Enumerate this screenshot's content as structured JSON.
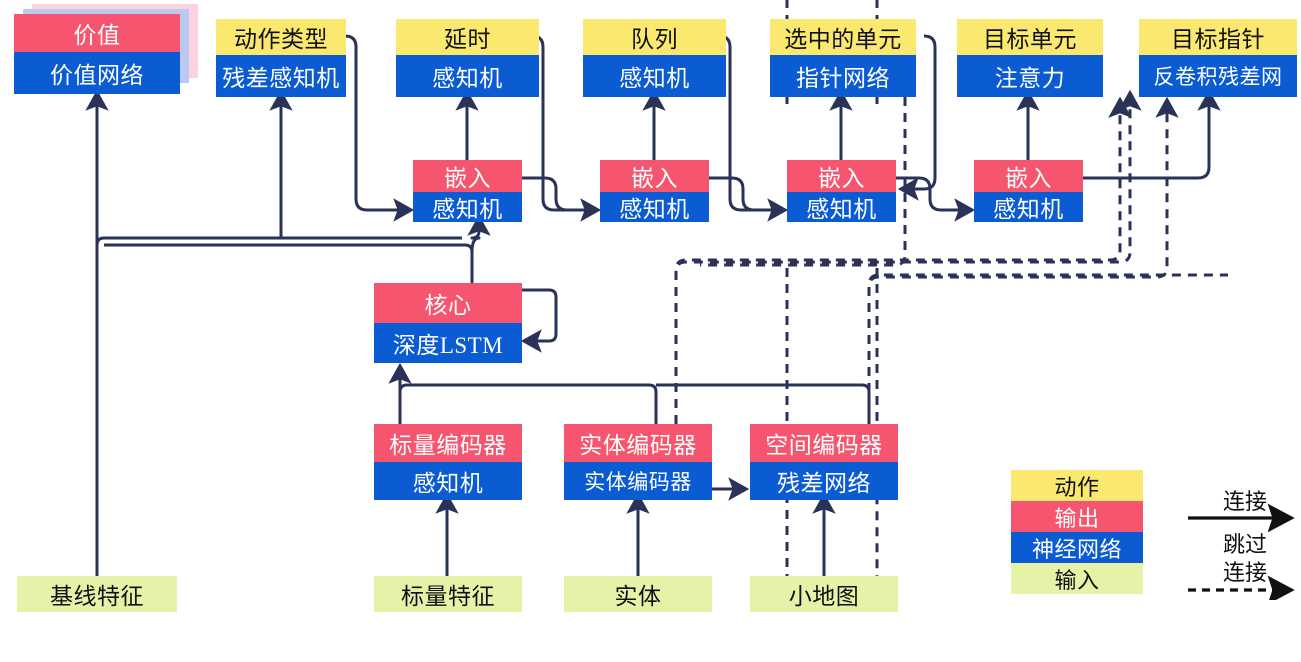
{
  "diagram": {
    "title": "StarCraft II agent network architecture diagram",
    "colors": {
      "action": "#FAE86F",
      "output": "#F5556E",
      "network": "#0B5BD3",
      "input": "#E5F2A8",
      "wire": "#2A3257"
    },
    "outputs": [
      {
        "id": "value",
        "top": "价值",
        "bottom": "价值网络",
        "top_kind": "output",
        "stacked": true
      },
      {
        "id": "action-type",
        "top": "动作类型",
        "bottom": "残差感知机",
        "top_kind": "action",
        "stacked": false
      },
      {
        "id": "delay",
        "top": "延时",
        "bottom": "感知机",
        "top_kind": "action",
        "stacked": false
      },
      {
        "id": "queue",
        "top": "队列",
        "bottom": "感知机",
        "top_kind": "action",
        "stacked": false
      },
      {
        "id": "selected",
        "top": "选中的单元",
        "bottom": "指针网络",
        "top_kind": "action",
        "stacked": false
      },
      {
        "id": "target-unit",
        "top": "目标单元",
        "bottom": "注意力",
        "top_kind": "action",
        "stacked": false
      },
      {
        "id": "target-point",
        "top": "目标指针",
        "bottom": "反卷积残差网",
        "top_kind": "action",
        "stacked": false
      }
    ],
    "embeddings": [
      {
        "id": "embed-1",
        "top": "嵌入",
        "bottom": "感知机"
      },
      {
        "id": "embed-2",
        "top": "嵌入",
        "bottom": "感知机"
      },
      {
        "id": "embed-3",
        "top": "嵌入",
        "bottom": "感知机"
      },
      {
        "id": "embed-4",
        "top": "嵌入",
        "bottom": "感知机"
      }
    ],
    "core": {
      "id": "core",
      "top": "核心",
      "bottom": "深度LSTM"
    },
    "encoders": [
      {
        "id": "scalar-encoder",
        "top": "标量编码器",
        "bottom": "感知机"
      },
      {
        "id": "entity-encoder",
        "top": "实体编码器",
        "bottom": "实体编码器"
      },
      {
        "id": "spatial-encoder",
        "top": "空间编码器",
        "bottom": "残差网络"
      }
    ],
    "inputs": [
      {
        "id": "baseline-features",
        "label": "基线特征"
      },
      {
        "id": "scalar-features",
        "label": "标量特征"
      },
      {
        "id": "entities",
        "label": "实体"
      },
      {
        "id": "minimap",
        "label": "小地图"
      }
    ],
    "legend": {
      "swatches": [
        {
          "id": "legend-action",
          "label": "动作",
          "kind": "action"
        },
        {
          "id": "legend-output",
          "label": "输出",
          "kind": "output"
        },
        {
          "id": "legend-network",
          "label": "神经网络",
          "kind": "network"
        },
        {
          "id": "legend-input",
          "label": "输入",
          "kind": "input"
        }
      ],
      "connection_label": "连接",
      "skip_label_line1": "跳过",
      "skip_label_line2": "连接"
    }
  }
}
